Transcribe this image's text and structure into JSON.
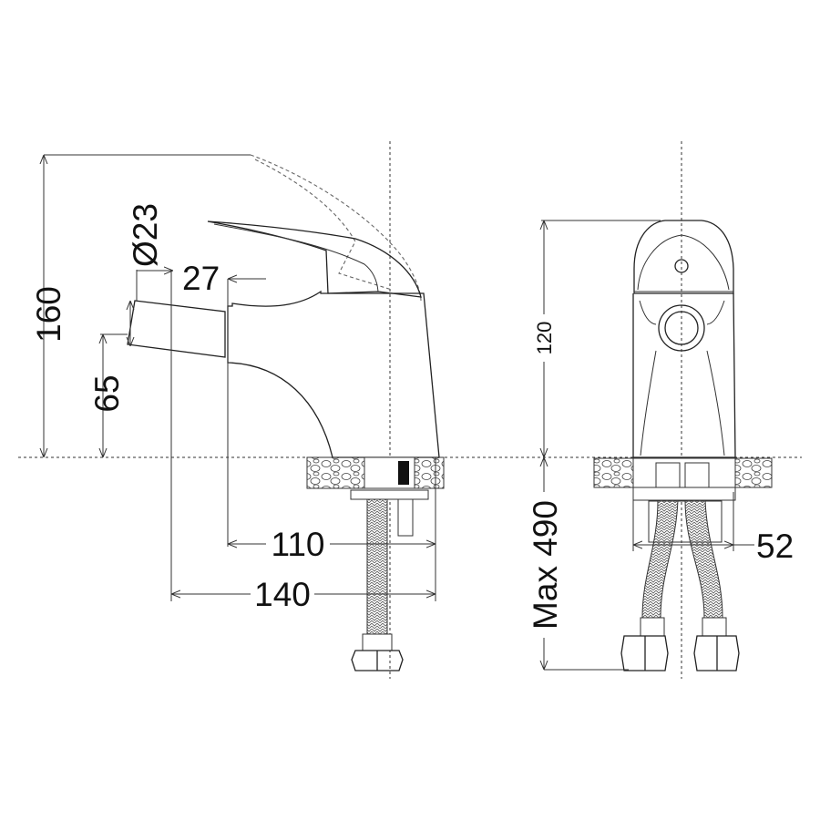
{
  "drawing": {
    "dimensions": {
      "height_total": "160",
      "spout_height": "65",
      "spout_diameter": "Ø23",
      "spout_length": "27",
      "depth_110": "110",
      "depth_140": "140",
      "front_height": "120",
      "hose_length": "Max 490",
      "hose_spacing": "52"
    },
    "colors": {
      "line": "#222222",
      "background": "#ffffff"
    }
  }
}
